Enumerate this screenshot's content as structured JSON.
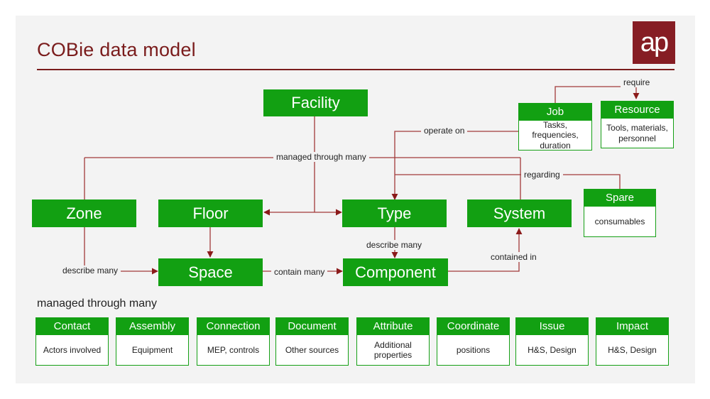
{
  "header": {
    "title": "COBie data model",
    "logo_text": "ap"
  },
  "colors": {
    "accent": "#7a1c1c",
    "entity_green": "#12a012",
    "arrow": "#8b1a1a",
    "line": "#a23a3a",
    "logo_bg": "#861d24"
  },
  "entities": {
    "facility": "Facility",
    "zone": "Zone",
    "floor": "Floor",
    "type": "Type",
    "system": "System",
    "space": "Space",
    "component": "Component"
  },
  "cards": {
    "job": {
      "title": "Job",
      "body": "Tasks,\nfrequencies,\nduration"
    },
    "resource": {
      "title": "Resource",
      "body": "Tools, materials,\npersonnel"
    },
    "spare": {
      "title": "Spare",
      "body": "consumables"
    }
  },
  "relations": {
    "require": "require",
    "operate_on": "operate on",
    "managed_top": "managed through many",
    "regarding": "regarding",
    "describe_many_type": "describe many",
    "contained_in": "contained in",
    "describe_many_zone": "describe many",
    "contain_many": "contain many"
  },
  "bottom": {
    "heading": "managed through many",
    "cards": [
      {
        "title": "Contact",
        "body": "Actors involved"
      },
      {
        "title": "Assembly",
        "body": "Equipment"
      },
      {
        "title": "Connection",
        "body": "MEP, controls"
      },
      {
        "title": "Document",
        "body": "Other sources"
      },
      {
        "title": "Attribute",
        "body": "Additional\nproperties"
      },
      {
        "title": "Coordinate",
        "body": "positions"
      },
      {
        "title": "Issue",
        "body": "H&S, Design"
      },
      {
        "title": "Impact",
        "body": "H&S, Design"
      }
    ]
  }
}
